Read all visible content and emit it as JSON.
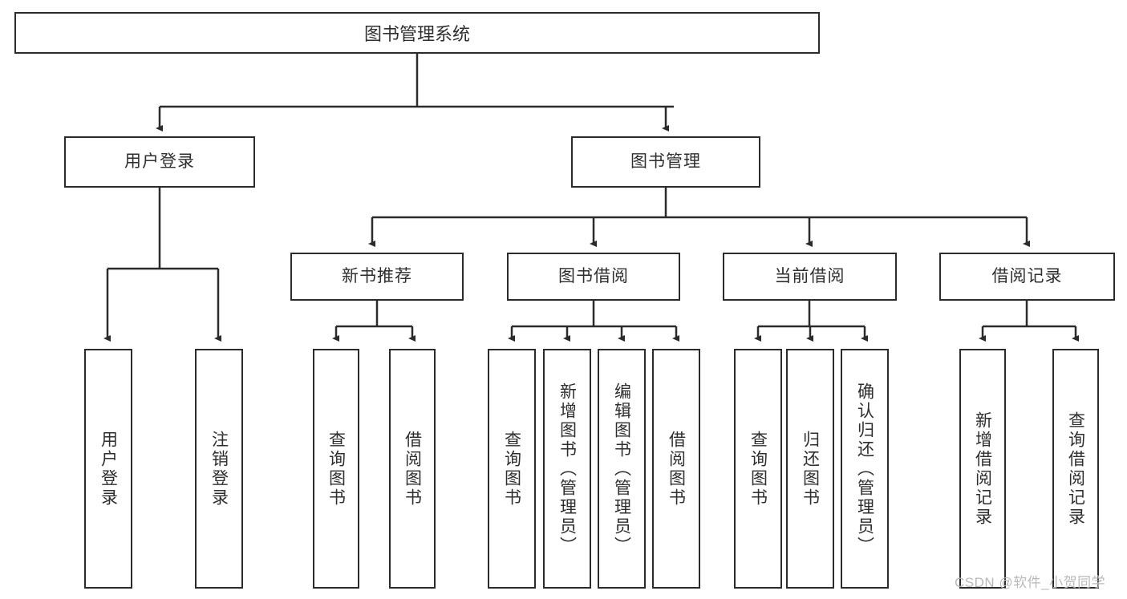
{
  "diagram": {
    "type": "tree",
    "title": "图书管理系统",
    "orientation": "top-down",
    "colors": {
      "box_border": "#2b2b2b",
      "box_fill": "#ffffff",
      "edge": "#2b2b2b",
      "text": "#2e2e2e",
      "watermark": "#b9b9b9"
    }
  },
  "root": {
    "label": "图书管理系统"
  },
  "level1": [
    {
      "label": "用户登录"
    },
    {
      "label": "图书管理"
    }
  ],
  "level2": [
    {
      "label": "新书推荐"
    },
    {
      "label": "图书借阅"
    },
    {
      "label": "当前借阅"
    },
    {
      "label": "借阅记录"
    }
  ],
  "leaves": {
    "user_login": [
      {
        "label": "用户登录"
      },
      {
        "label": "注销登录"
      }
    ],
    "new_book_recommend": [
      {
        "label": "查询图书"
      },
      {
        "label": "借阅图书"
      }
    ],
    "book_borrow": [
      {
        "label": "查询图书"
      },
      {
        "label": "新增图书（管理员）"
      },
      {
        "label": "编辑图书（管理员）"
      },
      {
        "label": "借阅图书"
      }
    ],
    "current_borrow": [
      {
        "label": "查询图书"
      },
      {
        "label": "归还图书"
      },
      {
        "label": "确认归还（管理员）"
      }
    ],
    "borrow_record": [
      {
        "label": "新增借阅记录"
      },
      {
        "label": "查询借阅记录"
      }
    ]
  },
  "watermark": {
    "text": "CSDN @软件_小贺同学"
  }
}
